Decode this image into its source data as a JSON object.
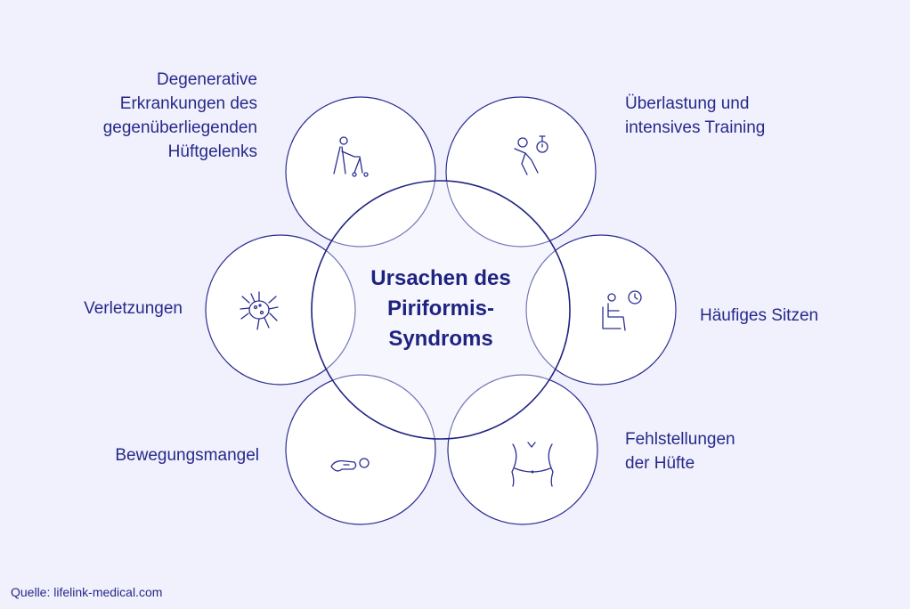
{
  "center_title": "Ursachen des Piriformis-Syndroms",
  "center_lines": [
    "Ursachen des",
    "Piriformis-",
    "Syndroms"
  ],
  "causes": [
    {
      "lines": [
        "Degenerative",
        "Erkrankungen des",
        "gegenüberliegenden",
        "Hüftgelenks"
      ],
      "icon": "walker-person-icon"
    },
    {
      "lines": [
        "Überlastung und",
        "intensives Training"
      ],
      "icon": "running-stopwatch-icon"
    },
    {
      "lines": [
        "Häufiges Sitzen"
      ],
      "icon": "sitting-clock-icon"
    },
    {
      "lines": [
        "Fehlstellungen",
        "der Hüfte"
      ],
      "icon": "hip-torso-icon"
    },
    {
      "lines": [
        "Bewegungsmangel"
      ],
      "icon": "lying-person-icon"
    },
    {
      "lines": [
        "Verletzungen"
      ],
      "icon": "injury-cell-icon"
    }
  ],
  "source": "Quelle: lifelink-medical.com",
  "colors": {
    "background": "#f1f1fd",
    "stroke": "#26298a",
    "fill": "#ffffff"
  }
}
